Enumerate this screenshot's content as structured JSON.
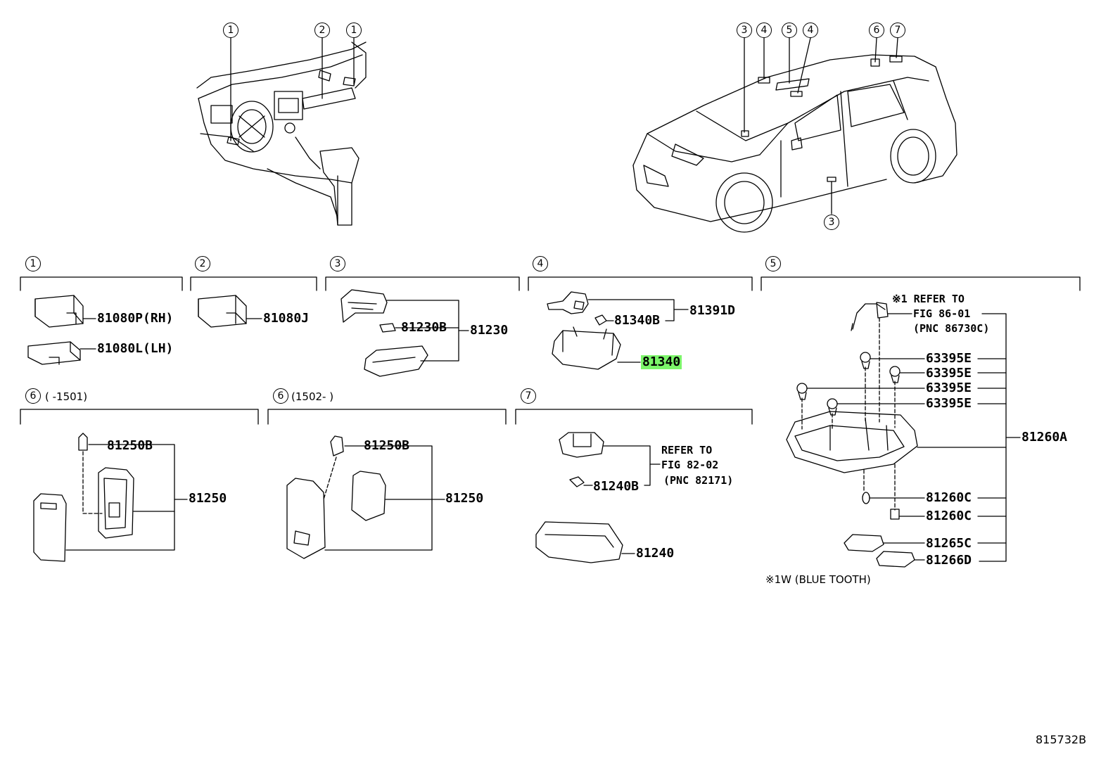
{
  "diagram_code": "815732B",
  "callouts": {
    "top_left": [
      "1",
      "2",
      "1"
    ],
    "top_right": [
      "3",
      "4",
      "5",
      "4",
      "6",
      "7"
    ],
    "car_bottom": "3"
  },
  "sections": [
    {
      "id": "1",
      "range": ""
    },
    {
      "id": "2",
      "range": ""
    },
    {
      "id": "3",
      "range": ""
    },
    {
      "id": "4",
      "range": ""
    },
    {
      "id": "5",
      "range": ""
    },
    {
      "id": "6",
      "range": "(      -1501)"
    },
    {
      "id": "6",
      "range": "(1502-      )"
    },
    {
      "id": "7",
      "range": ""
    }
  ],
  "parts": {
    "p81080p": "81080P(RH)",
    "p81080l": "81080L(LH)",
    "p81080j": "81080J",
    "p81230b": "81230B",
    "p81230": "81230",
    "p81340b": "81340B",
    "p81391d": "81391D",
    "p81340": "81340",
    "p81250b_a": "81250B",
    "p81250_a": "81250",
    "p81250b_b": "81250B",
    "p81250_b": "81250",
    "p81240b": "81240B",
    "p81240": "81240",
    "p63395e": [
      "63395E",
      "63395E",
      "63395E",
      "63395E"
    ],
    "p81260a": "81260A",
    "p81260c": [
      "81260C",
      "81260C"
    ],
    "p81265c": "81265C",
    "p81266d": "81266D"
  },
  "refs": {
    "refer1_line1": "※1 REFER TO",
    "refer1_line2": "FIG 86-01",
    "refer1_line3": "(PNC 86730C)",
    "refer7_line1": "REFER TO",
    "refer7_line2": "FIG 82-02",
    "refer7_line3": "(PNC 82171)",
    "footnote": "※1W (BLUE TOOTH)"
  },
  "highlight_color": "#7cf56a"
}
